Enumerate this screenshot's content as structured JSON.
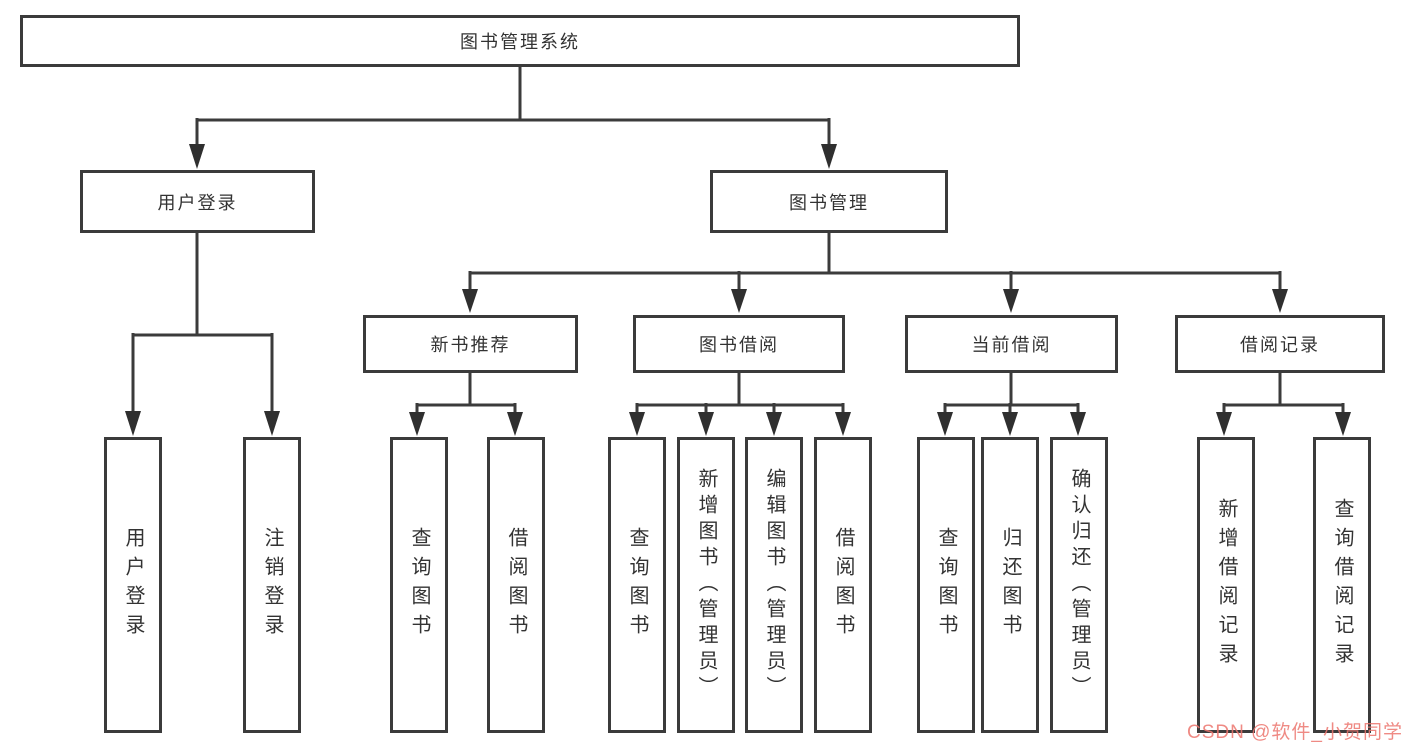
{
  "tree": {
    "root": "图书管理系统",
    "children": [
      {
        "label": "用户登录",
        "children": [
          {
            "label": "用户登录"
          },
          {
            "label": "注销登录"
          }
        ]
      },
      {
        "label": "图书管理",
        "children": [
          {
            "label": "新书推荐",
            "children": [
              {
                "label": "查询图书"
              },
              {
                "label": "借阅图书"
              }
            ]
          },
          {
            "label": "图书借阅",
            "children": [
              {
                "label": "查询图书"
              },
              {
                "label": "新增图书（管理员）"
              },
              {
                "label": "编辑图书（管理员）"
              },
              {
                "label": "借阅图书"
              }
            ]
          },
          {
            "label": "当前借阅",
            "children": [
              {
                "label": "查询图书"
              },
              {
                "label": "归还图书"
              },
              {
                "label": "确认归还（管理员）"
              }
            ]
          },
          {
            "label": "借阅记录",
            "children": [
              {
                "label": "新增借阅记录"
              },
              {
                "label": "查询借阅记录"
              }
            ]
          }
        ]
      }
    ]
  },
  "watermark": {
    "text": "CSDN @软件_小贺同学",
    "color": "#ec766e"
  },
  "colors": {
    "line": "#3b3b3b",
    "box_border": "#3b3b3b",
    "box_background": "#ffffff",
    "text": "#333333"
  }
}
